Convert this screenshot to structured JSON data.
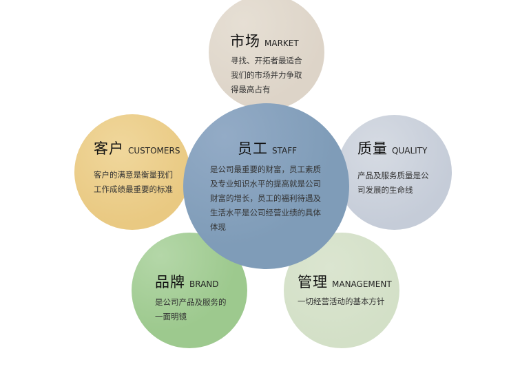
{
  "diagram": {
    "type": "circle-cluster",
    "nodes": [
      {
        "id": "market",
        "title_cn": "市场",
        "title_en": "MARKET",
        "color": "#ddd4c8",
        "lines": [
          "寻找、开拓者最适合",
          "我们的市场并力争取",
          "得最高占有"
        ]
      },
      {
        "id": "customers",
        "title_cn": "客户",
        "title_en": "CUSTOMERS",
        "color": "#e9c982",
        "lines": [
          "客户的满意是衡量我们",
          "工作成绩最重要的标准"
        ]
      },
      {
        "id": "staff",
        "title_cn": "员工",
        "title_en": "STAFF",
        "color": "#7f9cb8",
        "lines": [
          "是公司最重要的财富，员工素质",
          "及专业知识水平的提高就是公司",
          "财富的增长，员工的福利待遇及",
          "生活水平是公司经营业绩的具体",
          "体现"
        ]
      },
      {
        "id": "quality",
        "title_cn": "质量",
        "title_en": "QUALITY",
        "color": "#c5ccd8",
        "lines": [
          "产品及服务质量是公",
          "司发展的生命线"
        ]
      },
      {
        "id": "brand",
        "title_cn": "品牌",
        "title_en": "BRAND",
        "color": "#9dc98e",
        "lines": [
          "是公司产品及服务的",
          "一面明镜"
        ]
      },
      {
        "id": "management",
        "title_cn": "管理",
        "title_en": "MANAGEMENT",
        "color": "#d3e0c7",
        "lines": [
          "一切经营活动的基本方针"
        ]
      }
    ]
  }
}
